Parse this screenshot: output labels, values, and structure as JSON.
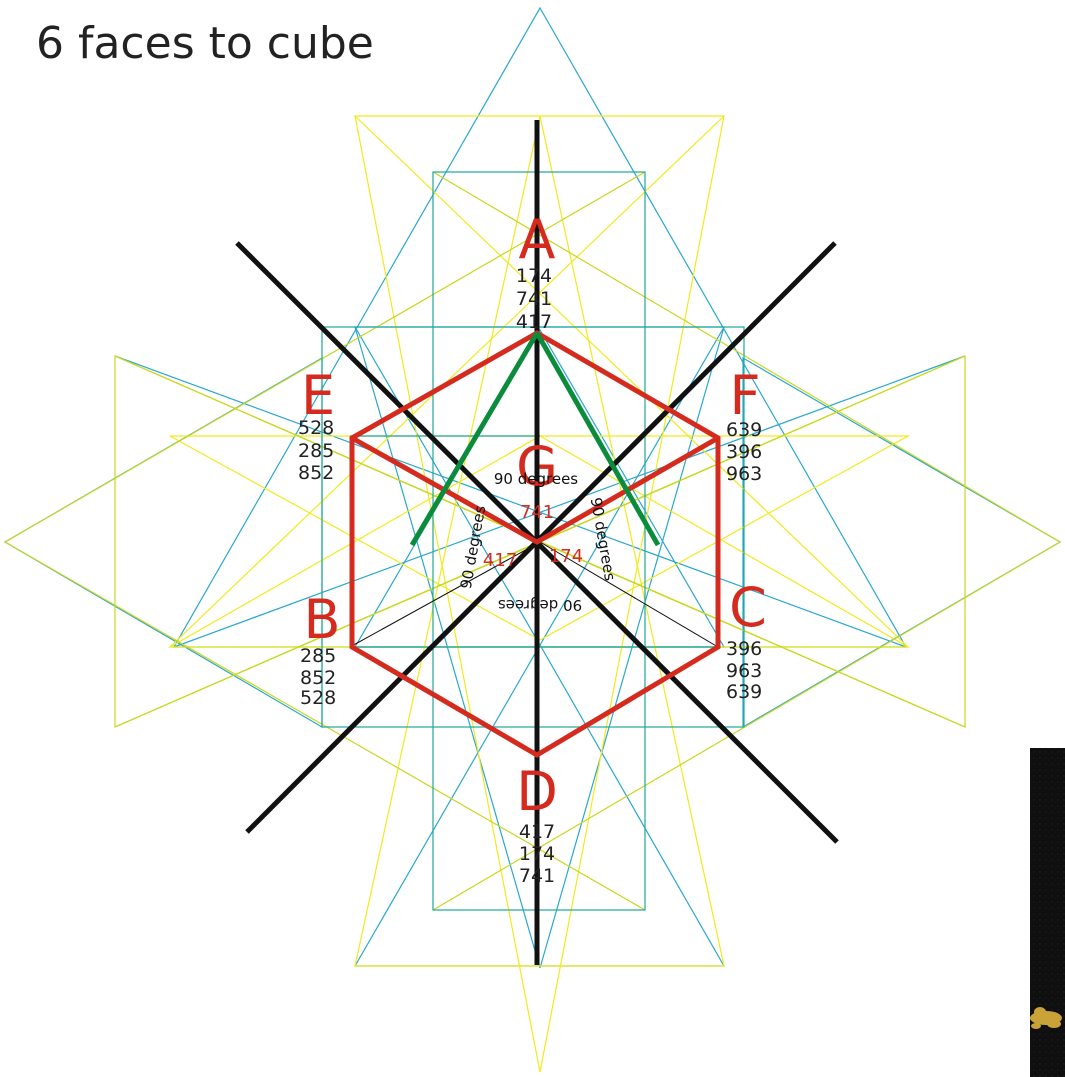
{
  "title": "6 faces to cube",
  "colors": {
    "hexagon": "#d52b1e",
    "axes": "#111111",
    "apex_lines": "#0a8c3c",
    "cyan": "#2aa7d0",
    "yellow": "#f2ea1c",
    "yellow_green": "#c8d81e",
    "teal": "#1ea89a"
  },
  "vertices": {
    "A": {
      "label": "A",
      "numbers": [
        "174",
        "741",
        "417"
      ]
    },
    "E": {
      "label": "E",
      "numbers": [
        "528",
        "285",
        "852"
      ]
    },
    "F": {
      "label": "F",
      "numbers": [
        "639",
        "396",
        "963"
      ]
    },
    "G": {
      "label": "G",
      "numbers": [
        "741",
        "417",
        "174"
      ]
    },
    "B": {
      "label": "B",
      "numbers": [
        "285",
        "852",
        "528"
      ]
    },
    "C": {
      "label": "C",
      "numbers": [
        "396",
        "963",
        "639"
      ]
    },
    "D": {
      "label": "D",
      "numbers": [
        "417",
        "174",
        "741"
      ]
    }
  },
  "angle_labels": {
    "top": "90 degrees",
    "left": "90 degrees",
    "right": "90 degrees",
    "bottom": "90 degrees"
  }
}
